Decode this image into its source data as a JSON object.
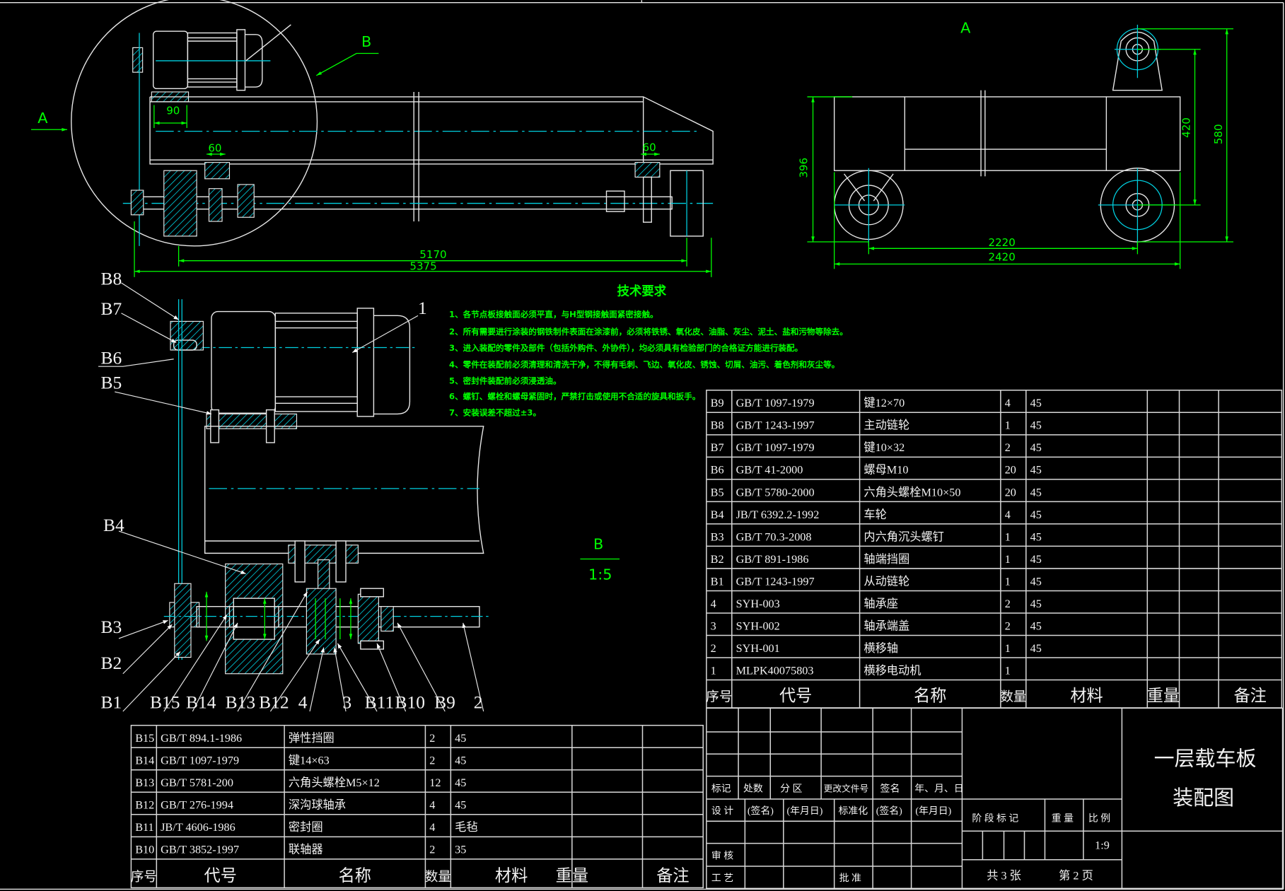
{
  "view_labels": {
    "view_a_arrow": "A",
    "view_a_title": "A",
    "detail_b_arrow": "B",
    "detail_b_title": "B",
    "detail_b_scale": "1:5"
  },
  "dimensions": {
    "top_view": [
      "90",
      "60",
      "60",
      "5170",
      "5375"
    ],
    "side_view": [
      "396",
      "420",
      "580",
      "2220",
      "2420"
    ]
  },
  "balloons": {
    "top_left": [
      "B8",
      "B7",
      "B6",
      "B5",
      "B4",
      "B3",
      "B2"
    ],
    "bottom": [
      "B1",
      "B15",
      "B14",
      "B13",
      "B12",
      "4",
      "3",
      "B11",
      "B10",
      "B9",
      "2"
    ],
    "motor": "1"
  },
  "tech_requirements": {
    "title": "技术要求",
    "items": [
      "1、各节点板接触面必须平直，与H型钢接触面紧密接触。",
      "2、所有需要进行涂装的钢铁制件表面在涂漆前，必须将铁锈、氧化皮、油脂、灰尘、泥土、盐和污物等除去。",
      "3、进入装配的零件及部件（包括外购件、外协件），均必须具有检验部门的合格证方能进行装配。",
      "4、零件在装配前必须清理和清洗干净，不得有毛刺、飞边、氧化皮、锈蚀、切屑、油污、着色剂和灰尘等。",
      "5、密封件装配前必须浸透油。",
      "6、螺钉、螺栓和螺母紧固时，严禁打击或使用不合适的旋具和扳手。",
      "7、安装误差不超过±3。"
    ]
  },
  "bom_headers": [
    "序号",
    "代号",
    "名称",
    "数量",
    "材料",
    "重量",
    "备注"
  ],
  "bom_right": [
    [
      "B9",
      "GB/T 1097-1979",
      "键12×70",
      "4",
      "45"
    ],
    [
      "B8",
      "GB/T 1243-1997",
      "主动链轮",
      "1",
      "45"
    ],
    [
      "B7",
      "GB/T 1097-1979",
      "键10×32",
      "2",
      "45"
    ],
    [
      "B6",
      "GB/T 41-2000",
      "螺母M10",
      "20",
      "45"
    ],
    [
      "B5",
      "GB/T 5780-2000",
      "六角头螺栓M10×50",
      "20",
      "45"
    ],
    [
      "B4",
      "JB/T 6392.2-1992",
      "车轮",
      "4",
      "45"
    ],
    [
      "B3",
      "GB/T 70.3-2008",
      "内六角沉头螺钉",
      "1",
      "45"
    ],
    [
      "B2",
      "GB/T 891-1986",
      "轴端挡圈",
      "1",
      "45"
    ],
    [
      "B1",
      "GB/T 1243-1997",
      "从动链轮",
      "1",
      "45"
    ],
    [
      "4",
      "SYH-003",
      "轴承座",
      "2",
      "45"
    ],
    [
      "3",
      "SYH-002",
      "轴承端盖",
      "2",
      "45"
    ],
    [
      "2",
      "SYH-001",
      "横移轴",
      "1",
      "45"
    ],
    [
      "1",
      "MLPK40075803",
      "横移电动机",
      "1",
      ""
    ]
  ],
  "bom_left": [
    [
      "B15",
      "GB/T 894.1-1986",
      "弹性挡圈",
      "2",
      "45"
    ],
    [
      "B14",
      "GB/T 1097-1979",
      "键14×63",
      "2",
      "45"
    ],
    [
      "B13",
      "GB/T 5781-200",
      "六角头螺栓M5×12",
      "12",
      "45"
    ],
    [
      "B12",
      "GB/T 276-1994",
      "深沟球轴承",
      "4",
      "45"
    ],
    [
      "B11",
      "JB/T 4606-1986",
      "密封圈",
      "4",
      "毛毡"
    ],
    [
      "B10",
      "GB/T 3852-1997",
      "联轴器",
      "2",
      "35"
    ]
  ],
  "title_block": {
    "change_row": [
      "标记",
      "处数",
      "分 区",
      "更改文件号",
      "签名",
      "年、月、日"
    ],
    "design_row": [
      "设 计",
      "(签名)",
      "(年月日)",
      "标准化",
      "(签名)",
      "(年月日)"
    ],
    "review": "审 核",
    "process": "工 艺",
    "approve": "批 准",
    "stage_mark": "阶 段 标 记",
    "weight": "重 量",
    "scale_label": "比 例",
    "scale_value": "1:9",
    "sheets": "共 3 张",
    "page": "第 2 页",
    "drawing_title_line1": "一层载车板",
    "drawing_title_line2": "装配图"
  }
}
